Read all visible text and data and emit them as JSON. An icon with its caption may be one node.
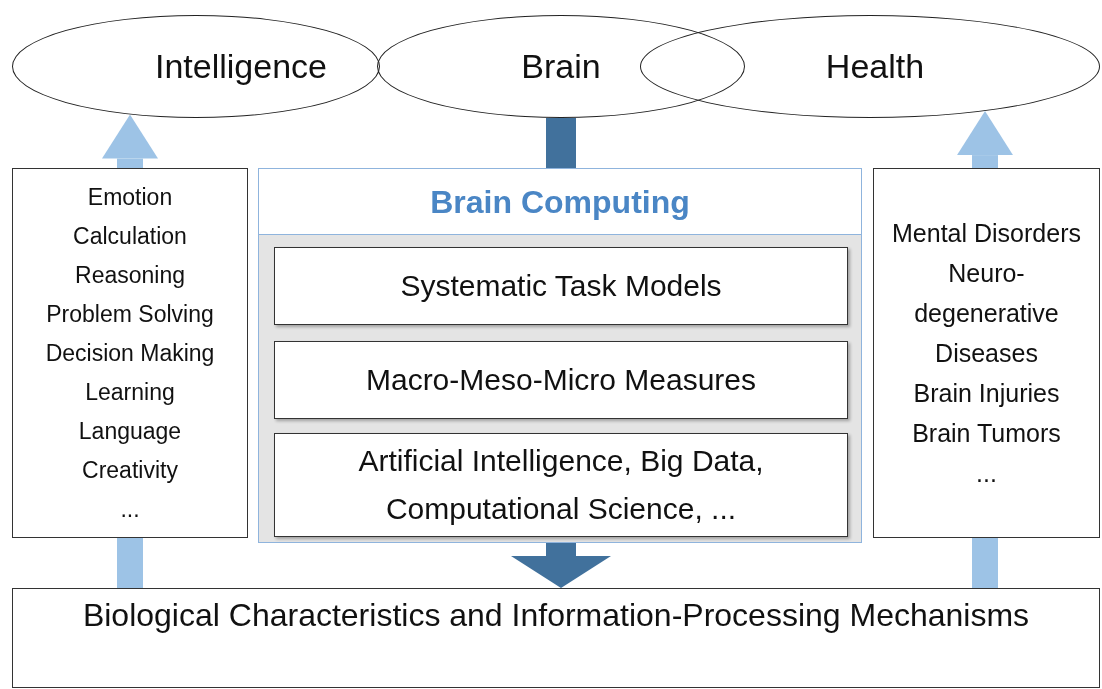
{
  "diagram": {
    "nodes": [
      {
        "text": [
          "Intelligence"
        ]
      },
      {
        "text": [
          "Brain"
        ]
      },
      {
        "text": [
          "Health"
        ]
      },
      {
        "text": [
          "Emotion",
          "Calculation",
          "Reasoning",
          "Problem Solving",
          "Decision Making",
          "Learning",
          "Language",
          "Creativity",
          "..."
        ]
      },
      {
        "text": [
          "Brain Computing"
        ]
      },
      {
        "text": [
          "Systematic Task Models"
        ],
        "in": 4
      },
      {
        "text": [
          "Macro-Meso-Micro Measures"
        ],
        "in": 4
      },
      {
        "text": [
          "Artificial Intelligence, Big Data, Computational Science, ..."
        ],
        "in": 4
      },
      {
        "text": [
          "Mental Disorders",
          "Neuro-degenerative Diseases",
          "Brain Injuries",
          "Brain Tumors",
          "..."
        ]
      },
      {
        "text": [
          "Biological Characteristics and Information-Processing Mechanisms"
        ]
      }
    ],
    "edges": [
      {
        "from": 9,
        "to": 3,
        "arrow": "none",
        "color": "#9dc3e6"
      },
      {
        "from": 3,
        "to": 0,
        "arrow": "to",
        "color": "#9dc3e6"
      },
      {
        "from": 9,
        "to": 8,
        "arrow": "none",
        "color": "#9dc3e6"
      },
      {
        "from": 8,
        "to": 2,
        "arrow": "to",
        "color": "#9dc3e6"
      },
      {
        "from": 1,
        "to": 4,
        "arrow": "none",
        "color": "#41719c"
      },
      {
        "from": 4,
        "to": 9,
        "arrow": "to",
        "color": "#41719c"
      }
    ]
  }
}
